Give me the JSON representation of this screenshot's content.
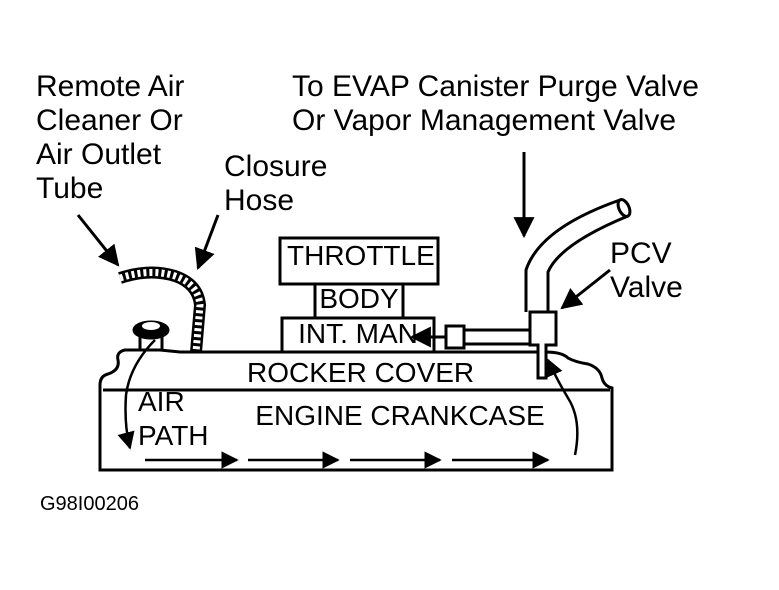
{
  "labels": {
    "remote_air_1": "Remote Air",
    "remote_air_2": "Cleaner Or",
    "remote_air_3": "Air Outlet",
    "remote_air_4": "Tube",
    "closure_1": "Closure",
    "closure_2": "Hose",
    "evap_1": "To EVAP Canister Purge Valve",
    "evap_2": "Or Vapor Management Valve",
    "pcv_1": "PCV",
    "pcv_2": "Valve",
    "throttle_1": "THROTTLE",
    "throttle_2": "BODY",
    "int_man": "INT. MAN",
    "rocker": "ROCKER COVER",
    "crankcase": "ENGINE CRANKCASE",
    "air_1": "AIR",
    "air_2": "PATH",
    "figure_id": "G98I00206"
  }
}
